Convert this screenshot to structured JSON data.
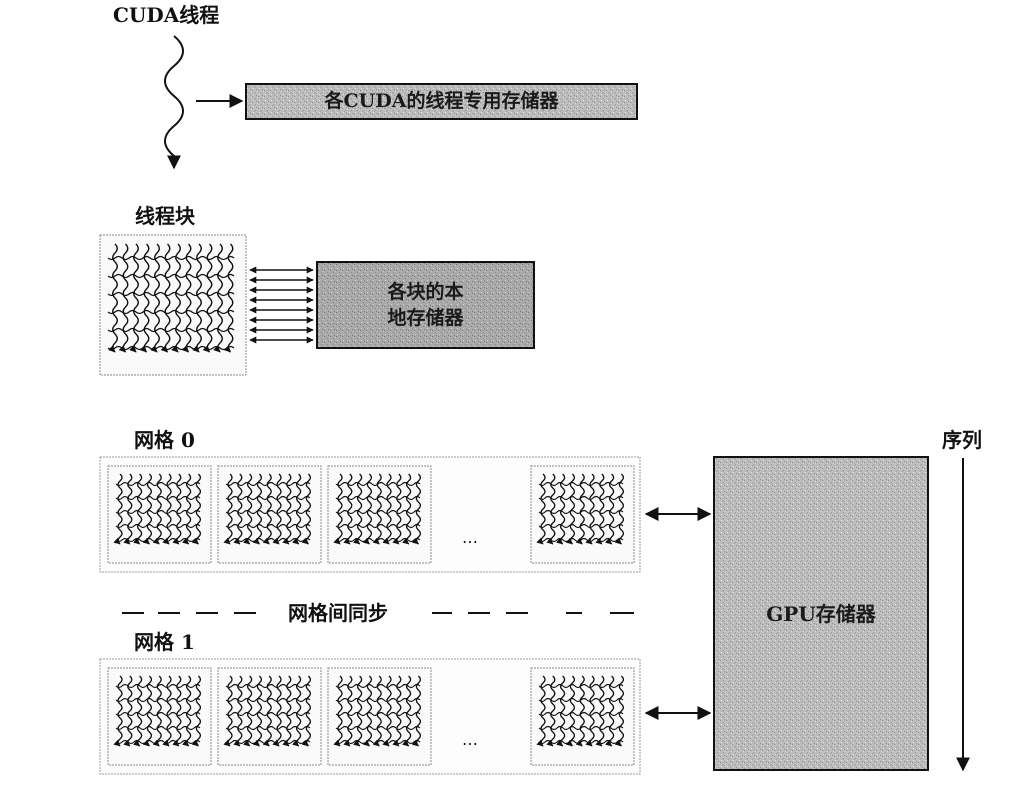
{
  "labels": {
    "cuda_thread": "CUDA线程",
    "per_thread_memory": "各CUDA的线程专用存储器",
    "thread_block": "线程块",
    "per_block_memory_line1": "各块的本",
    "per_block_memory_line2": "地存储器",
    "grid0": "网格 0",
    "grid1": "网格 1",
    "inter_grid_sync": "网格间同步",
    "sequence": "序列",
    "gpu_memory": "GPU存储器",
    "ellipsis": "…"
  },
  "colors": {
    "ink": "#111111",
    "memory_fill": "#b8b8b8",
    "frame": "#8a8a8a"
  },
  "icons": [
    "wavy-thread-icon",
    "arrow-right-icon",
    "double-arrow-icon",
    "down-arrow-icon"
  ]
}
